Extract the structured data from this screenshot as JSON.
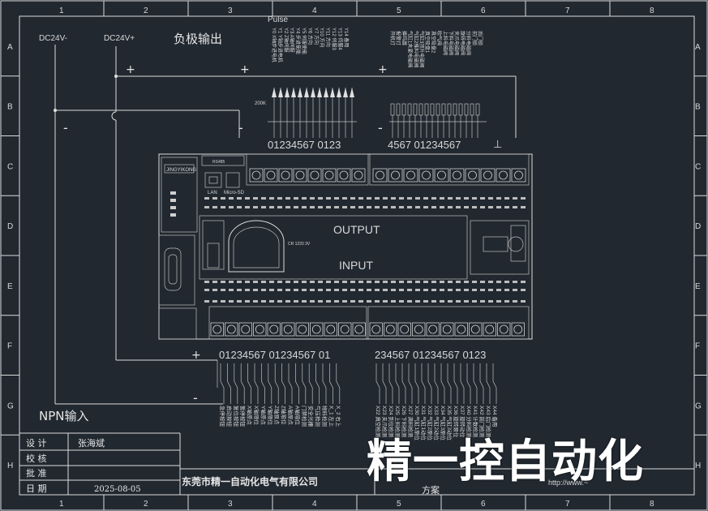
{
  "grid": {
    "columns": [
      "1",
      "2",
      "3",
      "4",
      "5",
      "6",
      "7",
      "8"
    ],
    "rows": [
      "A",
      "B",
      "C",
      "D",
      "E",
      "F",
      "G",
      "H"
    ]
  },
  "power": {
    "neg_label": "DC24V-",
    "pos_label": "DC24V+",
    "plus": "+",
    "minus": "-"
  },
  "output_section": {
    "title": "负极输出",
    "pulse_label": "Pulse",
    "resistor_label": "200K",
    "group1_numbers": "01234567 0123",
    "group2_numbers": "4567 01234567",
    "tail_glyph": "⊥",
    "group1_signals": [
      "Y0 X轴步进电机",
      "Y1 Y轴步进电机",
      "Y2 Z轴伺服",
      "Y3 A轴伺服",
      "Y4 步进使能",
      "Y5 伺服使能",
      "Y6 方向",
      "Y7 方向",
      "Y10 方向",
      "Y11 方向",
      "Y12 伺服3",
      "Y13 伺服4",
      "Y14 备用"
    ],
    "group2_signals": [
      "开机灯",
      "报警灯",
      "蜂鸣器",
      "气缸1夹紧电磁阀",
      "气缸2推料电磁阀",
      "气缸3顶升电磁阀",
      "真空吸盘1",
      "真空吸盘2",
      "吹气阀",
      "上料电磁阀",
      "下料电磁阀",
      "夹爪电磁阀",
      "旋转电磁阀",
      "分料电磁阀",
      "前门锁",
      "后门锁"
    ]
  },
  "plc": {
    "brand": "JINGYIKONG",
    "port_lan": "LAN",
    "port_sd": "Micro-SD",
    "port_top": "RS485",
    "output_label": "OUTPUT",
    "input_label": "INPUT",
    "battery_label": "CR 1220 3V"
  },
  "input_section": {
    "title": "NPN输入",
    "group1_numbers": "01234567 01234567 01",
    "group2_numbers": "234567 01234567 0123",
    "group1_signals": [
      "急停按钮",
      "启动按钮",
      "复位按钮",
      "暂停按钮",
      "X轴原点",
      "X轴限位",
      "Y轴原点",
      "Y轴限位",
      "Z轴原点",
      "Z轴限位",
      "A轴原点",
      "A轴限位",
      "门禁检测",
      "安全光栅",
      "气压检测",
      "物料检测",
      "X_1 左上",
      "X_2 右上"
    ],
    "group2_signals": [
      "X22 真空检测",
      "X23 夹爪检测",
      "X24 到位检测",
      "X25 上料检测",
      "X26 下料检测",
      "X27 满料检测",
      "X30 气缸1原位",
      "X31 气缸1动位",
      "X32 气缸2原位",
      "X33 气缸2动位",
      "X34 气缸3原位",
      "X35 气缸3动位",
      "X36 旋转原位",
      "X37 旋转动位",
      "X40 分料检测",
      "X41 计数检测",
      "X42 前门检测",
      "X43 后门检测",
      "X44 备用"
    ]
  },
  "title_block": {
    "design_label": "设 计",
    "designer": "张海斌",
    "check_label": "校 核",
    "approve_label": "批 准",
    "date_label": "日 期",
    "date": "2025-08-05",
    "company": "东莞市精一自动化电气有限公司",
    "plan_label": "方案",
    "website": "http://www.~",
    "watermark": "精一控自动化"
  }
}
